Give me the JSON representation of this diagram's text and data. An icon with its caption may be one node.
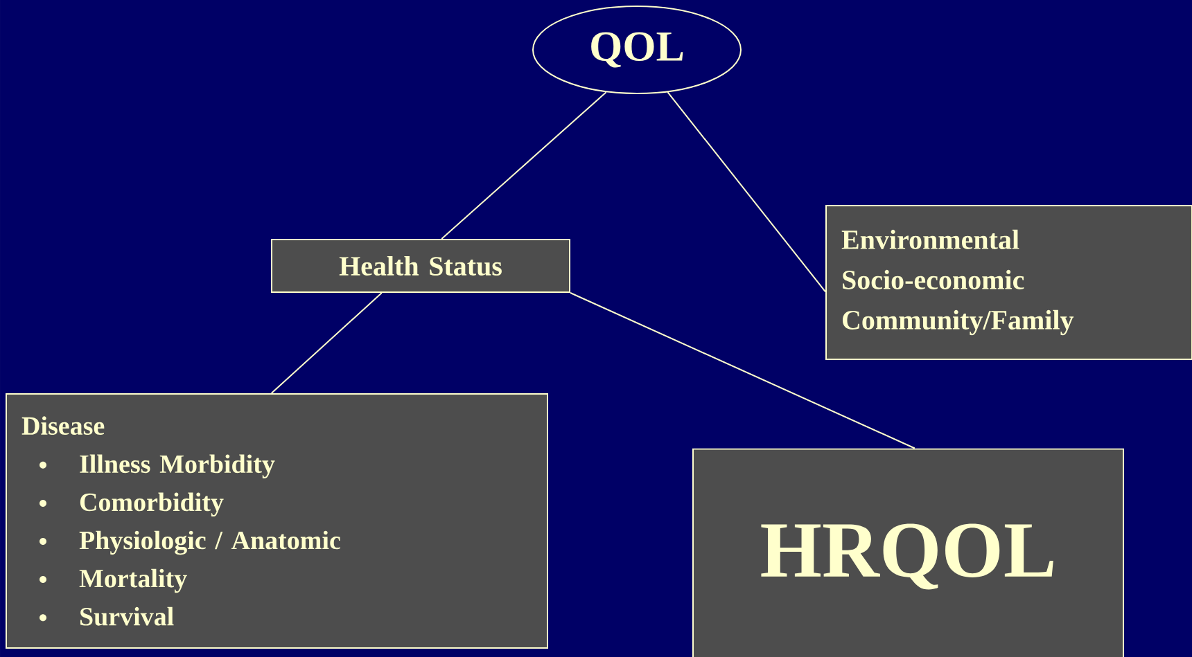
{
  "diagram": {
    "nodes": [
      {
        "text": [
          "QOL"
        ]
      },
      {
        "text": [
          "Health Status"
        ]
      },
      {
        "text": [
          "Environmental",
          "Socio-economic",
          "Community/Family"
        ]
      },
      {
        "text": [
          "Disease",
          "Illness Morbidity",
          "Comorbidity",
          "Physiologic / Anatomic",
          "Mortality",
          "Survival"
        ]
      },
      {
        "text": [
          "HRQOL"
        ]
      }
    ],
    "edges": [
      {
        "from": 0,
        "to": 1,
        "arrow": "none"
      },
      {
        "from": 0,
        "to": 2,
        "arrow": "none"
      },
      {
        "from": 1,
        "to": 3,
        "arrow": "none"
      },
      {
        "from": 1,
        "to": 4,
        "arrow": "none"
      }
    ]
  }
}
